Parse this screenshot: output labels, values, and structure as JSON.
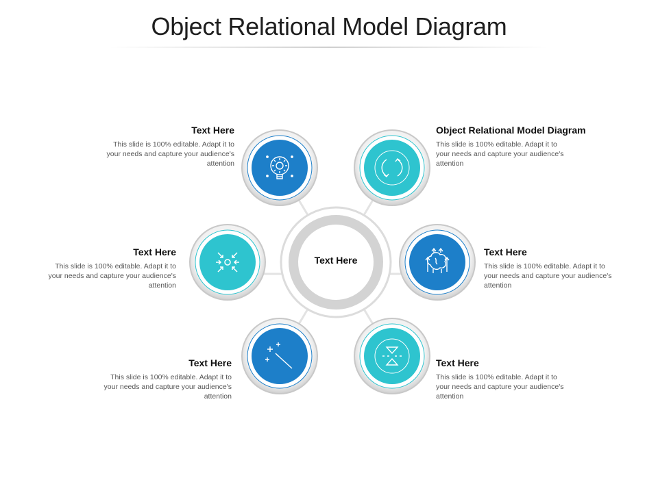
{
  "title": "Object Relational Model Diagram",
  "center": {
    "label": "Text Here"
  },
  "colors": {
    "dark_blue": "#1d7fc9",
    "teal": "#2ec4cf",
    "ring_gray": "#d3d3d3"
  },
  "nodes": [
    {
      "id": "top-left",
      "icon": "lightbulb-gear-icon",
      "color": "dark_blue",
      "heading": "Text Here",
      "text": "This slide is 100% editable. Adapt it to your needs and capture your audience's attention"
    },
    {
      "id": "top-right",
      "icon": "refresh-arrows-icon",
      "color": "teal",
      "heading": "Object Relational Model Diagram",
      "text": "This slide is 100% editable. Adapt it to your needs and capture your audience's attention"
    },
    {
      "id": "mid-left",
      "icon": "converge-arrows-icon",
      "color": "teal",
      "heading": "Text Here",
      "text": "This slide is 100% editable. Adapt it to your needs and capture your audience's attention"
    },
    {
      "id": "mid-right",
      "icon": "brain-growth-icon",
      "color": "dark_blue",
      "heading": "Text Here",
      "text": "This slide is 100% editable. Adapt it to your needs and capture your audience's attention"
    },
    {
      "id": "bottom-left",
      "icon": "magic-wand-icon",
      "color": "dark_blue",
      "heading": "Text Here",
      "text": "This slide is 100% editable. Adapt it to your needs and capture your audience's attention"
    },
    {
      "id": "bottom-right",
      "icon": "hourglass-icon",
      "color": "teal",
      "heading": "Text Here",
      "text": "This slide is 100% editable. Adapt it to your needs and capture your audience's attention"
    }
  ]
}
